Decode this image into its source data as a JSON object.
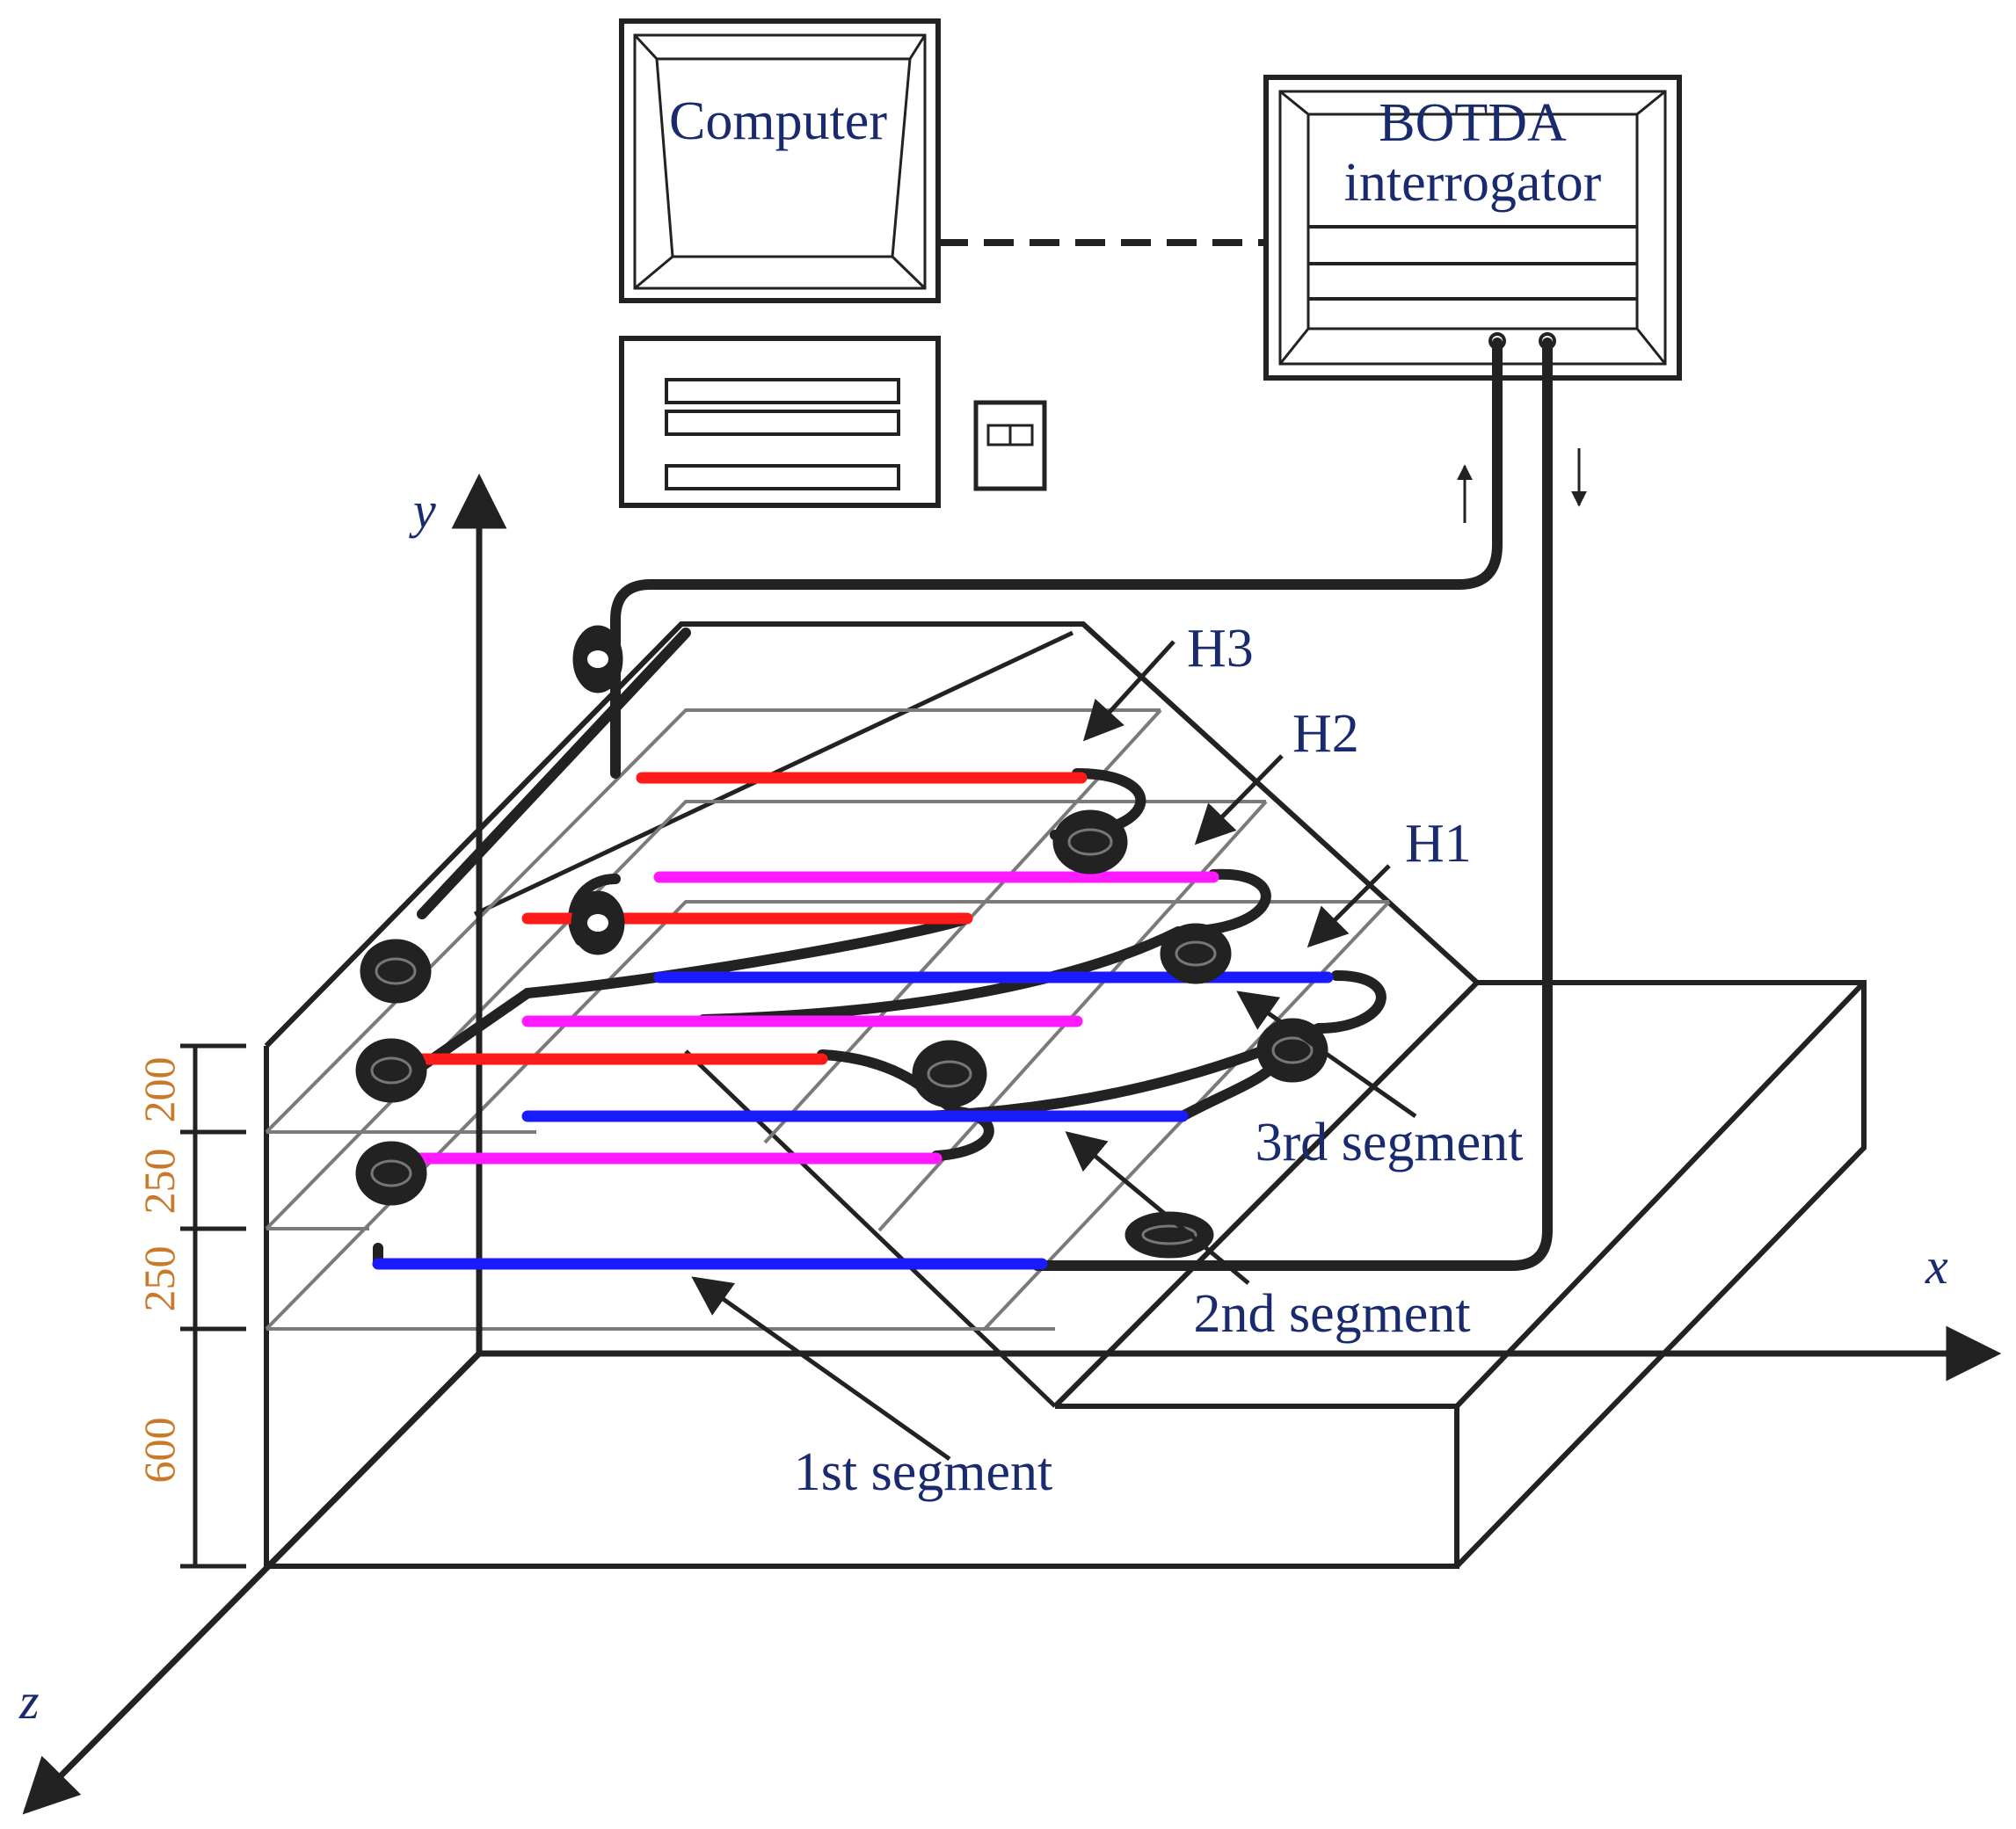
{
  "devices": {
    "computer_label": "Computer",
    "interrogator_line1": "BOTDA",
    "interrogator_line2": "interrogator"
  },
  "axes": {
    "x": "x",
    "y": "y",
    "z": "z"
  },
  "heights": {
    "h1": "H1",
    "h2": "H2",
    "h3": "H3"
  },
  "segments": {
    "first": "1st segment",
    "second": "2nd segment",
    "third": "3rd segment"
  },
  "dimensions": {
    "d200": "200",
    "d250a": "250",
    "d250b": "250",
    "d600": "600"
  },
  "colors": {
    "outline": "#222222",
    "plane": "#7a7a7a",
    "fiber_red": "#ff1a1a",
    "fiber_magenta": "#ff1aff",
    "fiber_blue": "#1a1aff",
    "text": "#1a2a6e",
    "dimension_text": "#c87a2a"
  }
}
